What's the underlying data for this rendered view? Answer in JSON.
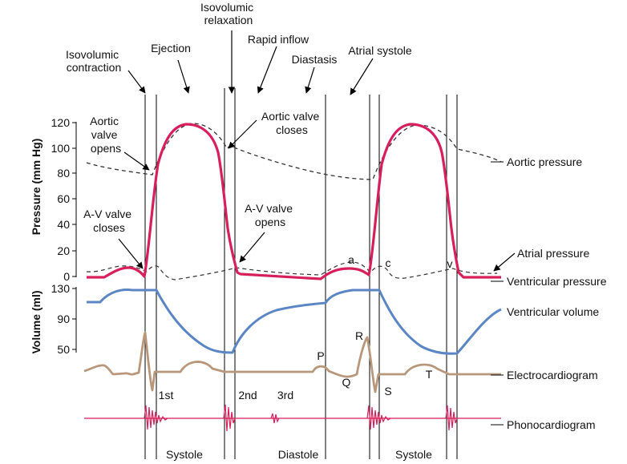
{
  "phase_labels": {
    "isovolumic_contraction": [
      "Isovolumic",
      "contraction"
    ],
    "ejection": "Ejection",
    "isovolumic_relaxation": [
      "Isovolumic",
      "relaxation"
    ],
    "rapid_inflow": "Rapid inflow",
    "diastasis": "Diastasis",
    "atrial_systole": "Atrial systole"
  },
  "annotations": {
    "aortic_valve_opens": [
      "Aortic",
      "valve",
      "opens"
    ],
    "aortic_valve_closes": [
      "Aortic valve",
      "closes"
    ],
    "av_valve_closes": [
      "A-V valve",
      "closes"
    ],
    "av_valve_opens": [
      "A-V valve",
      "opens"
    ],
    "wave_a": "a",
    "wave_c": "c",
    "wave_v": "v",
    "ecg_p": "P",
    "ecg_q": "Q",
    "ecg_r": "R",
    "ecg_s": "S",
    "ecg_t": "T",
    "heart_sound_1": "1st",
    "heart_sound_2": "2nd",
    "heart_sound_3": "3rd",
    "systole_1": "Systole",
    "diastole": "Diastole",
    "systole_2": "Systole"
  },
  "trace_labels": {
    "aortic_pressure": "Aortic pressure",
    "atrial_pressure": "Atrial pressure",
    "ventricular_pressure": "Ventricular pressure",
    "ventricular_volume": "Ventricular volume",
    "electrocardiogram": "Electrocardiogram",
    "phonocardiogram": "Phonocardiogram"
  },
  "axes": {
    "pressure_title": "Pressure (mm Hg)",
    "pressure_ticks": [
      "120",
      "100",
      "80",
      "60",
      "40",
      "20",
      "0"
    ],
    "volume_title": "Volume (ml)",
    "volume_ticks": [
      "130",
      "90",
      "50"
    ]
  },
  "colors": {
    "ventricular_pressure": "#d61f5b",
    "ventricular_volume": "#5b86c4",
    "electrocardiogram": "#b8977a",
    "phonocardiogram": "#d61f5b",
    "pressure_dashed": "#333333",
    "guides": "#000000"
  }
}
